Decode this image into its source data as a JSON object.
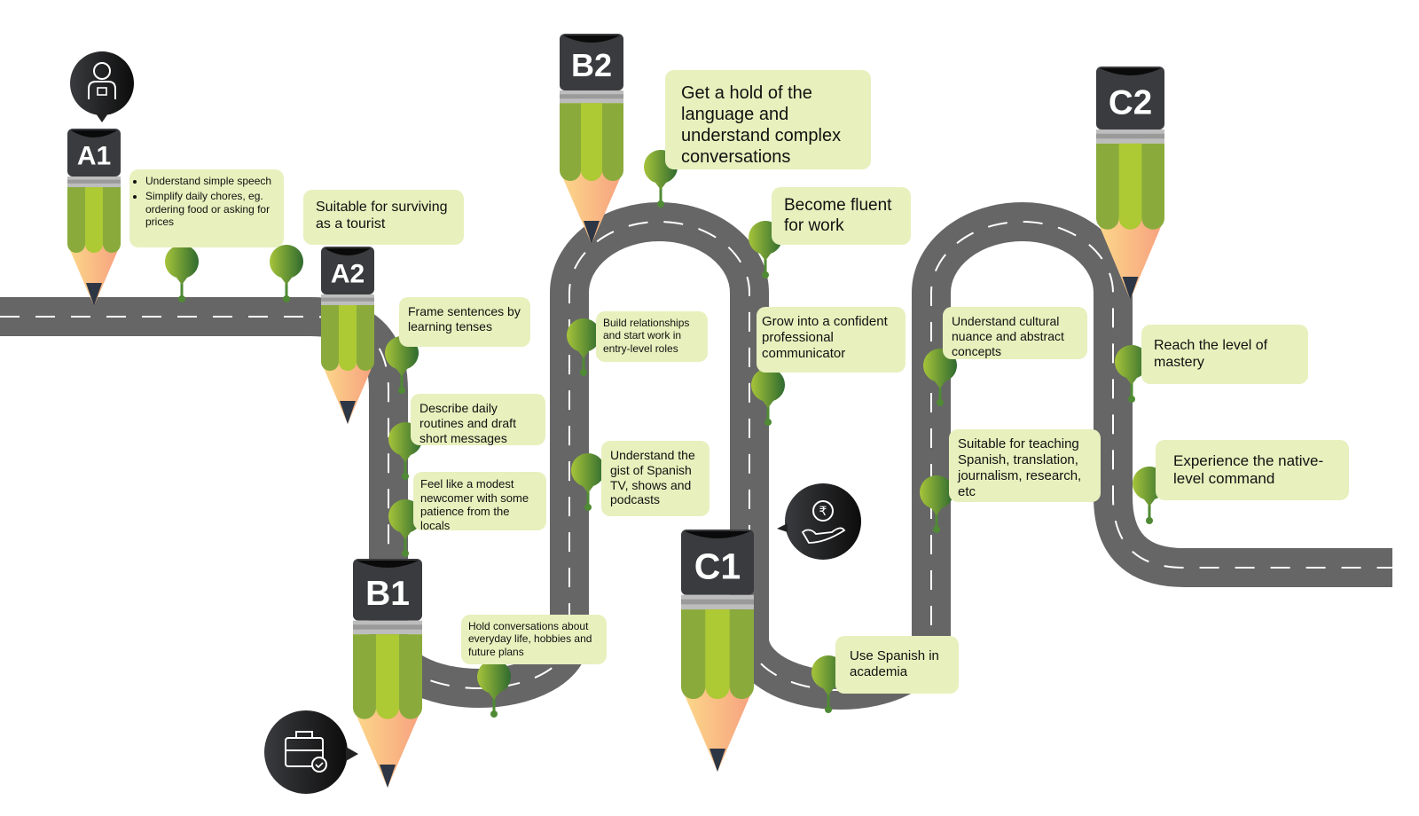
{
  "levels": [
    "A1",
    "A2",
    "B1",
    "B2",
    "C1",
    "C2"
  ],
  "icons": {
    "a1": "person-badge-icon",
    "b1": "briefcase-check-icon",
    "c1": "rupee-hand-icon"
  },
  "colors": {
    "road": "#666666",
    "box": "#e8f0bd",
    "pencil_green": "#8aab3c",
    "pencil_light": "#adc934",
    "cap": "#3a3b3e"
  },
  "a1": {
    "bullets": [
      "Understand simple speech",
      "Simplify daily chores, eg. ordering food or asking for prices"
    ],
    "note": "Suitable for surviving as a tourist"
  },
  "a2": {
    "items": [
      "Frame sentences by learning tenses",
      "Describe daily routines and draft short messages",
      "Feel like a modest newcomer with some patience from the locals"
    ]
  },
  "b1": {
    "items": [
      "Hold conversations about everyday life, hobbies and future plans",
      "Build relationships and start work in entry-level roles",
      "Understand the gist of Spanish TV, shows and podcasts"
    ]
  },
  "b2": {
    "items": [
      "Get a hold of the language and understand complex conversations",
      "Become fluent for work",
      "Grow into a confident professional communicator"
    ]
  },
  "c1": {
    "items": [
      "Use Spanish in academia",
      "Understand cultural nuance and abstract concepts",
      "Suitable for teaching Spanish, translation, journalism, research, etc"
    ]
  },
  "c2": {
    "items": [
      "Reach the level of mastery",
      "Experience the native-level command"
    ]
  }
}
